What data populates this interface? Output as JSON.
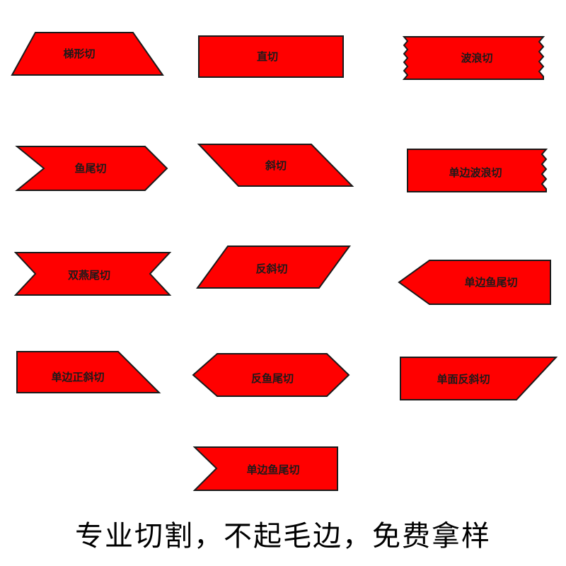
{
  "colors": {
    "ribbon_fill": "#ff0000",
    "ribbon_outline": "#1a1a1a",
    "text": "#1a1a1a",
    "background": "#ffffff"
  },
  "ribbons": [
    {
      "shape": "trapezoid",
      "label": "梯形切"
    },
    {
      "shape": "straight",
      "label": "直切"
    },
    {
      "shape": "wave",
      "label": "波浪切"
    },
    {
      "shape": "fishtail",
      "label": "鱼尾切"
    },
    {
      "shape": "slant",
      "label": "斜切"
    },
    {
      "shape": "single-wave",
      "label": "单边波浪切"
    },
    {
      "shape": "double-swallowtail",
      "label": "双燕尾切"
    },
    {
      "shape": "reverse-slant",
      "label": "反斜切"
    },
    {
      "shape": "single-fishtail",
      "label": "单边鱼尾切"
    },
    {
      "shape": "single-forward-slant",
      "label": "单边正斜切"
    },
    {
      "shape": "reverse-fishtail",
      "label": "反鱼尾切"
    },
    {
      "shape": "single-reverse-slant",
      "label": "单面反斜切"
    },
    {
      "shape": "single-fishtail-notch",
      "label": "单边鱼尾切"
    }
  ],
  "tagline": "专业切割，不起毛边，免费拿样"
}
